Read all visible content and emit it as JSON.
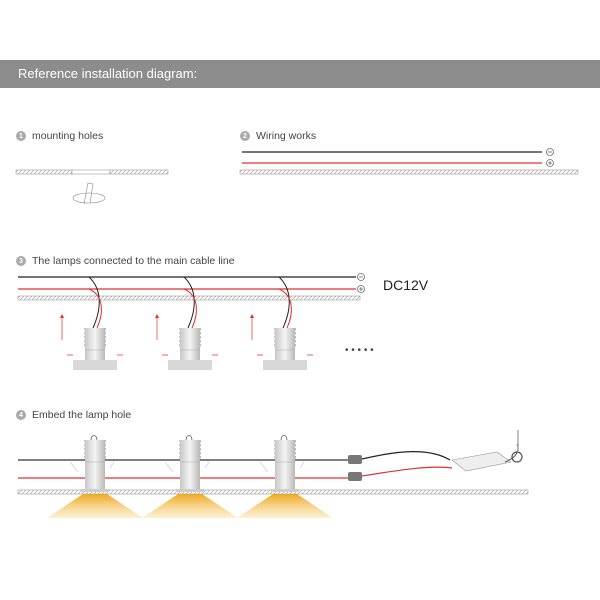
{
  "header": {
    "title": "Reference installation diagram:"
  },
  "steps": [
    {
      "number": "1",
      "label": "mounting holes"
    },
    {
      "number": "2",
      "label": "Wiring works"
    },
    {
      "number": "3",
      "label": "The lamps connected to the main cable line"
    },
    {
      "number": "4",
      "label": "Embed the lamp hole"
    }
  ],
  "voltage": "DC12V",
  "polarity": {
    "negative": "−",
    "positive": "+"
  },
  "continuation": "• • • • •",
  "colors": {
    "header": "#8c8c8c",
    "positive_wire": "#e03030",
    "negative_wire": "#222222",
    "light": "#f2b233"
  }
}
